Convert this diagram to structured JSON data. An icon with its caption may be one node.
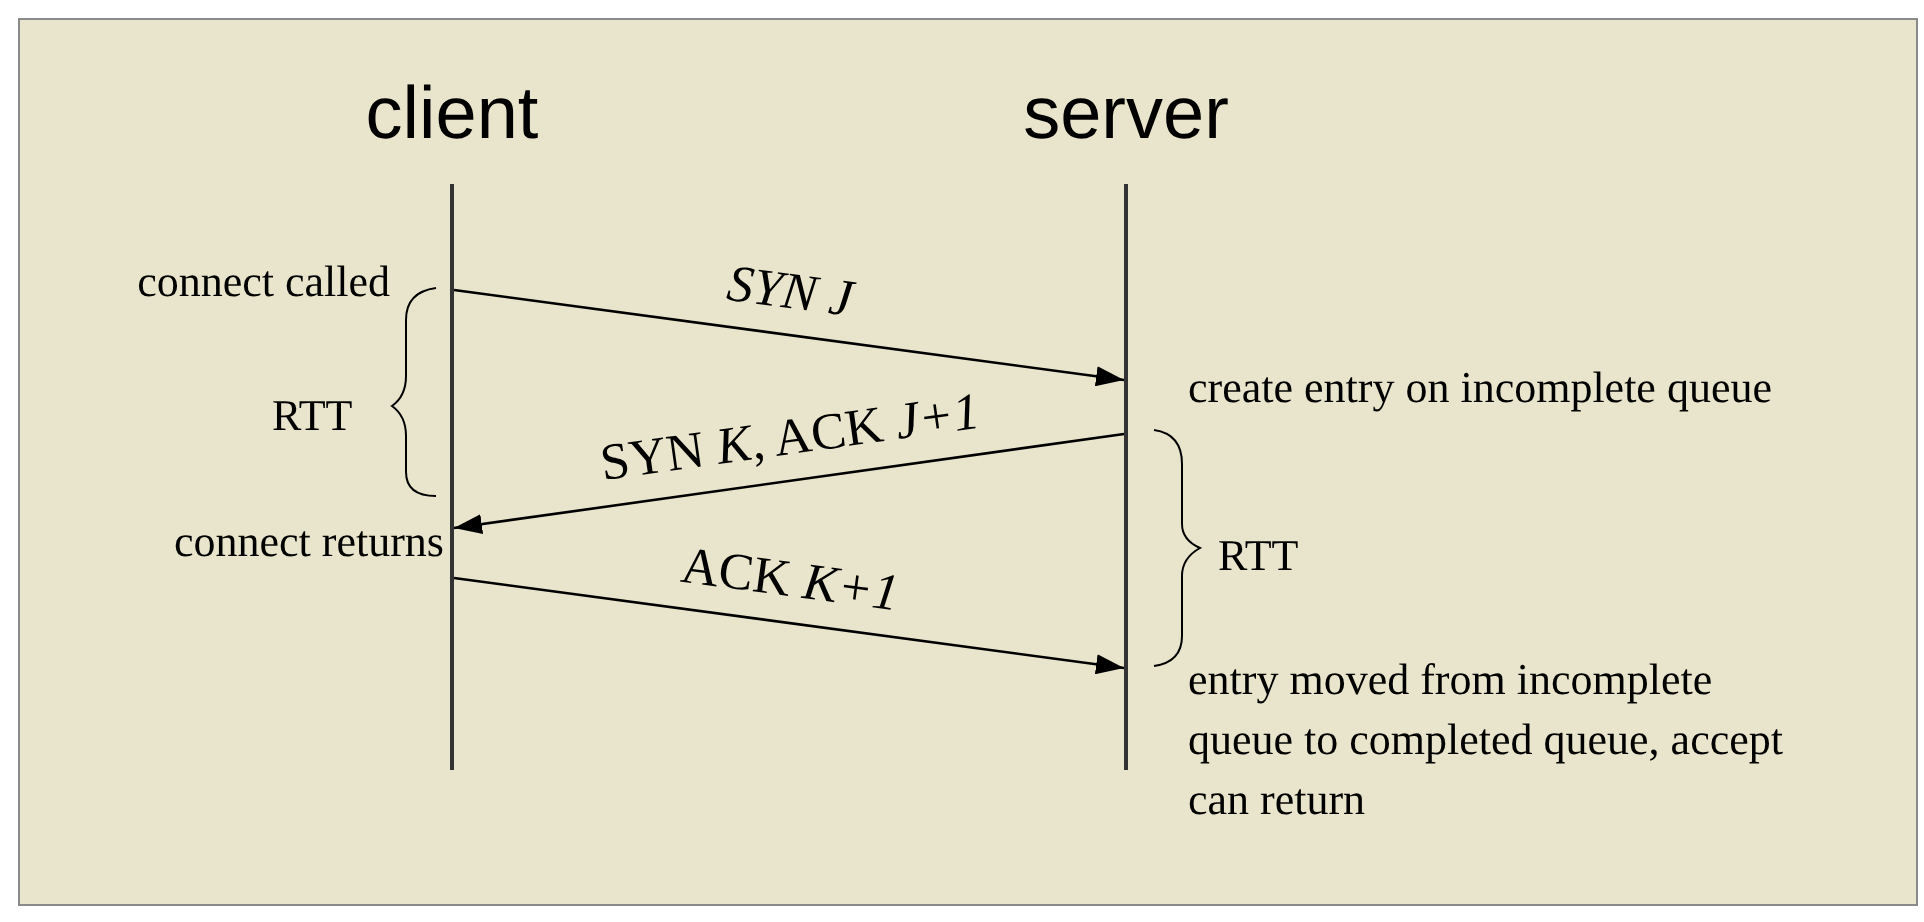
{
  "diagram": {
    "nodes": [
      {
        "text": [
          "client"
        ]
      },
      {
        "text": [
          "server"
        ]
      }
    ],
    "edges": [
      {
        "from": 0,
        "to": 1,
        "arrow": "to",
        "label": "*SYN J*"
      },
      {
        "from": 1,
        "to": 0,
        "arrow": "to",
        "label": "SYN *K*, ACK *J+1*"
      },
      {
        "from": 0,
        "to": 1,
        "arrow": "to",
        "label": "ACK *K+1*"
      }
    ],
    "labels": [
      "connect called",
      "RTT",
      "connect returns",
      "create entry on incomplete queue",
      "RTT",
      "entry moved from incomplete queue to completed queue, accept can return"
    ]
  }
}
